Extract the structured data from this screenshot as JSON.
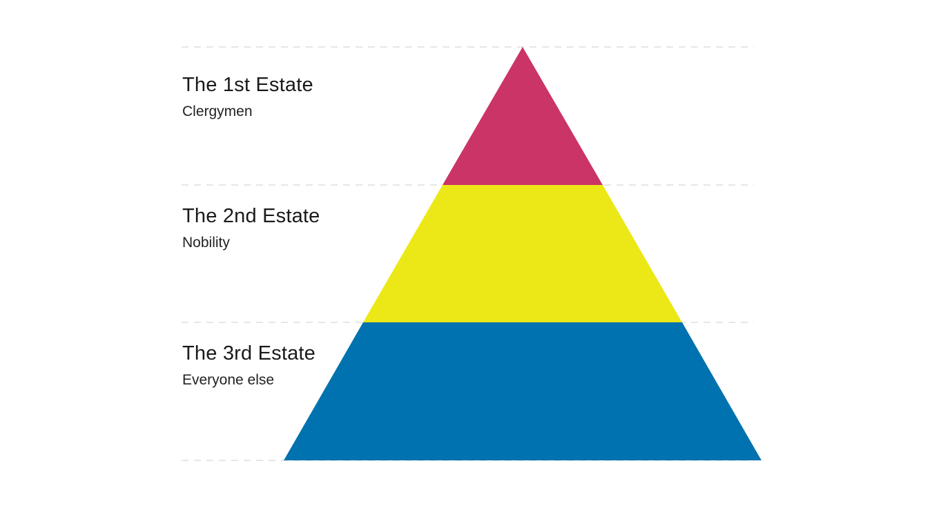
{
  "estates": [
    {
      "title": "The 1st Estate",
      "subtitle": "Clergymen",
      "color": "#CB3466"
    },
    {
      "title": "The 2nd Estate",
      "subtitle": "Nobility",
      "color": "#ECE817"
    },
    {
      "title": "The 3rd Estate",
      "subtitle": "Everyone else",
      "color": "#0072AF"
    }
  ],
  "guide_line_color": "#cccccc"
}
